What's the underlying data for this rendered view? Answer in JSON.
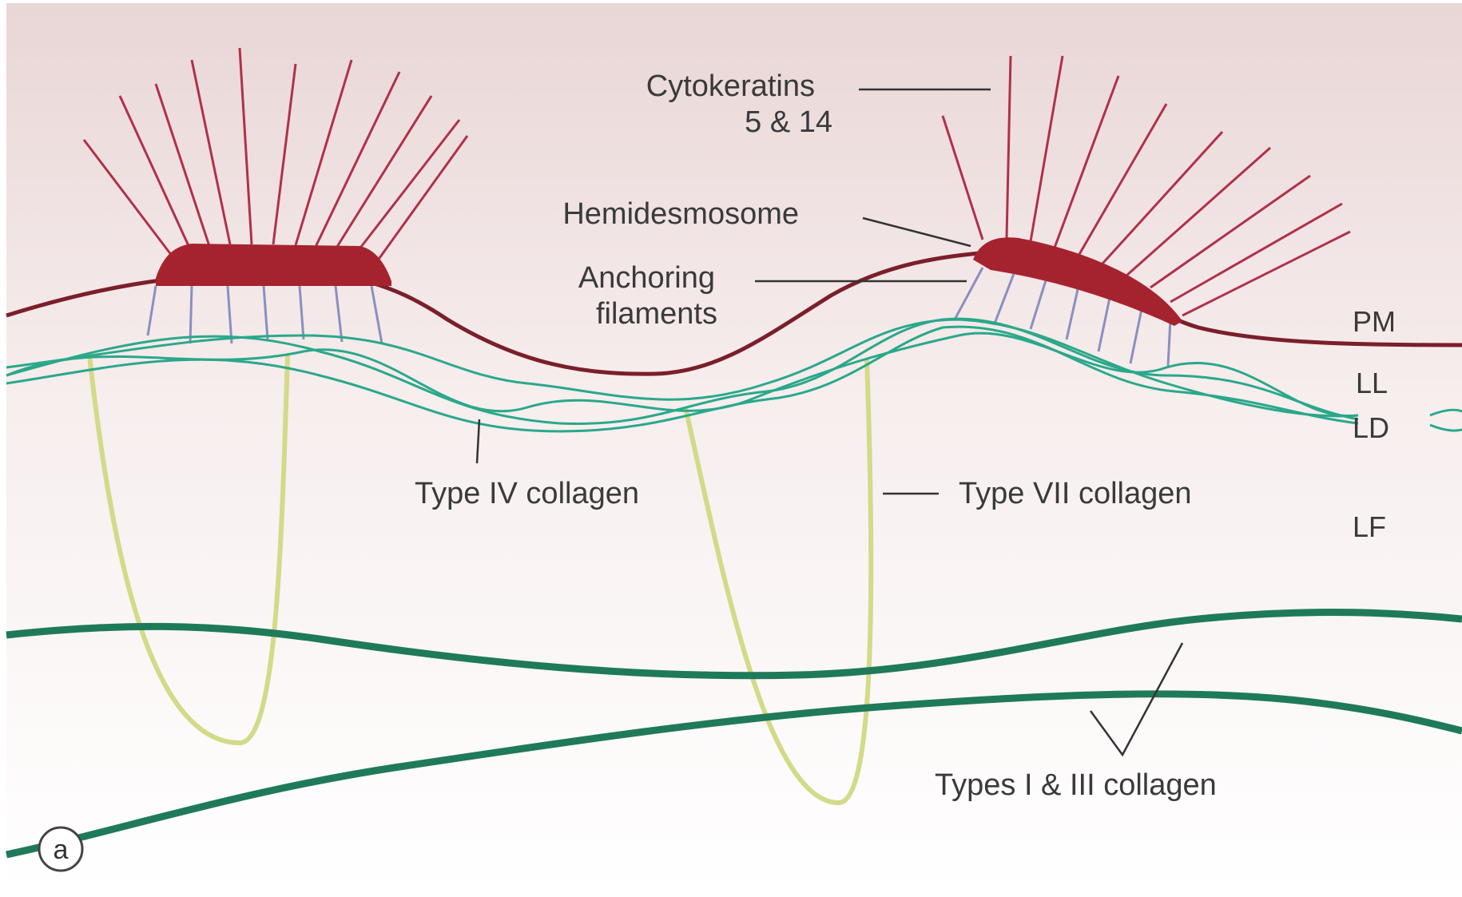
{
  "labels": {
    "cytokeratins_line1": "Cytokeratins",
    "cytokeratins_line2": "5 & 14",
    "hemidesmosome": "Hemidesmosome",
    "anchoring_line1": "Anchoring",
    "anchoring_line2": "filaments",
    "type4": "Type IV collagen",
    "type7": "Type VII collagen",
    "types13": "Types I & III collagen"
  },
  "layers": {
    "pm": "PM",
    "ll": "LL",
    "ld": "LD",
    "lf": "LF"
  },
  "panel_letter": "a",
  "colors": {
    "background_top": "#ead8d8",
    "background_bottom": "#ffffff",
    "plasma_membrane": "#7a1f2b",
    "hemidesmosome": "#a5232f",
    "keratin": "#b0304a",
    "anchoring_filament": "#8a8fc0",
    "lamina_densa": "#2aa88a",
    "type7_collagen": "#d4dc8a",
    "dermal_collagen": "#1f7a5a",
    "pointer": "#333333"
  }
}
